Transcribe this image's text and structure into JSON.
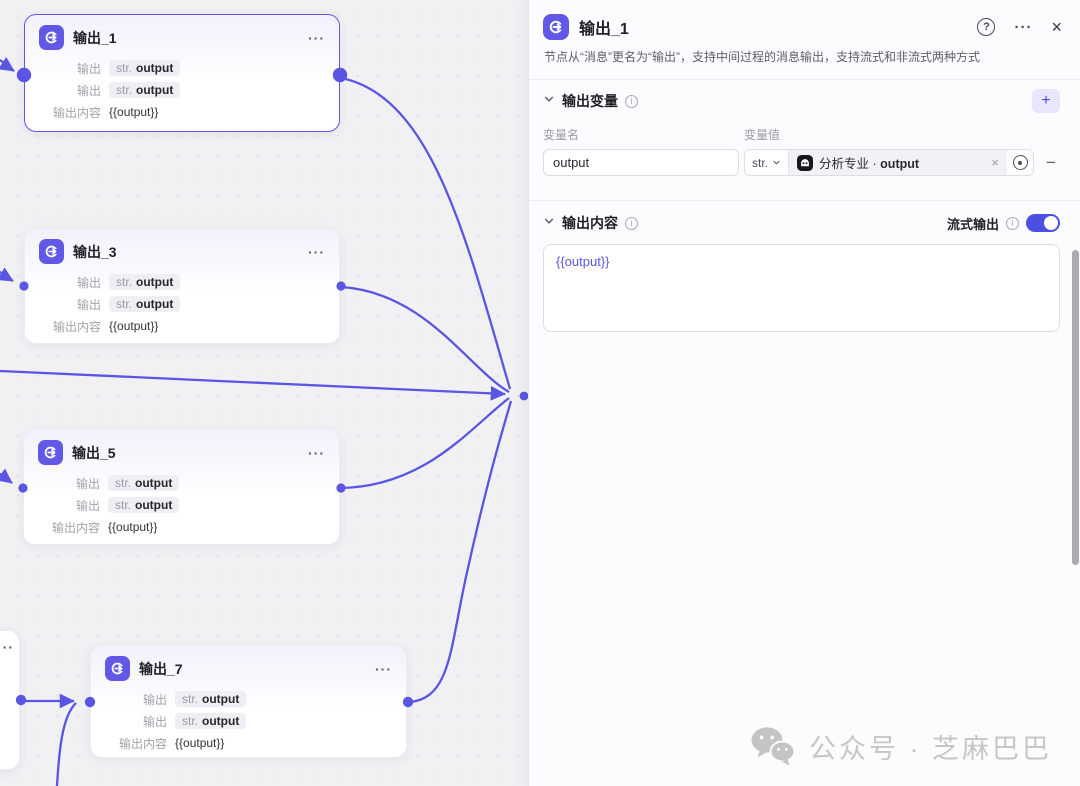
{
  "canvas": {
    "nodes": [
      {
        "title": "输出_1",
        "menu": "···",
        "rows": [
          {
            "label": "输出",
            "type": "str.",
            "value": "output"
          },
          {
            "label": "输出",
            "type": "str.",
            "value": "output"
          }
        ],
        "content_label": "输出内容",
        "content_value": "{{output}}"
      },
      {
        "title": "输出_3",
        "menu": "···",
        "rows": [
          {
            "label": "输出",
            "type": "str.",
            "value": "output"
          },
          {
            "label": "输出",
            "type": "str.",
            "value": "output"
          }
        ],
        "content_label": "输出内容",
        "content_value": "{{output}}"
      },
      {
        "title": "输出_5",
        "menu": "···",
        "rows": [
          {
            "label": "输出",
            "type": "str.",
            "value": "output"
          },
          {
            "label": "输出",
            "type": "str.",
            "value": "output"
          }
        ],
        "content_label": "输出内容",
        "content_value": "{{output}}"
      },
      {
        "title": "输出_7",
        "menu": "···",
        "rows": [
          {
            "label": "输出",
            "type": "str.",
            "value": "output"
          },
          {
            "label": "输出",
            "type": "str.",
            "value": "output"
          }
        ],
        "content_label": "输出内容",
        "content_value": "{{output}}"
      }
    ],
    "partial_node": {
      "menu": "···"
    }
  },
  "panel": {
    "title": "输出_1",
    "icons": {
      "help": "?",
      "more": "···",
      "close": "×"
    },
    "subtitle": "节点从“消息”更名为“输出”，支持中间过程的消息输出，支持流式和非流式两种方式",
    "variables": {
      "title": "输出变量",
      "info": "i",
      "add": "+",
      "name_label": "变量名",
      "value_label": "变量值",
      "name_value": "output",
      "type": "str.",
      "ref_node": "分析专业",
      "ref_sep": "·",
      "ref_field": "output",
      "clear": "×",
      "remove": "−"
    },
    "content": {
      "title": "输出内容",
      "info": "i",
      "stream_label": "流式输出",
      "stream_on": true,
      "value": "{{output}}"
    }
  },
  "watermark": {
    "text": "公众号 · 芝麻巴巴"
  },
  "colors": {
    "accent": "#5b57e0",
    "edge": "#5a55e2",
    "node_icon_bg": "#6158e6",
    "toggle_on": "#4b50e3",
    "variable_text": "#5b57e0"
  }
}
